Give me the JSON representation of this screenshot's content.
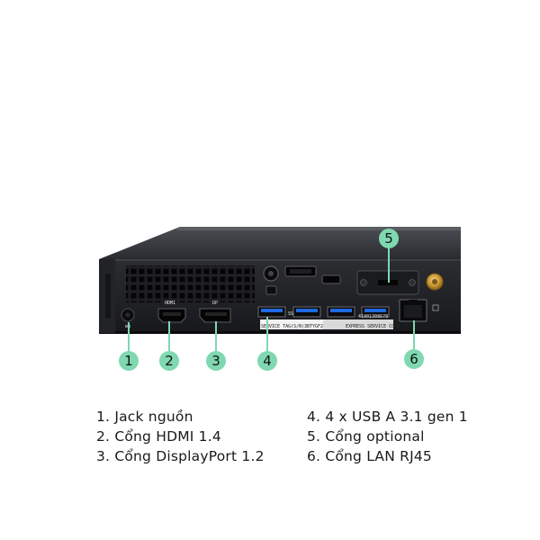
{
  "accent_color": "#7fd8b0",
  "device": {
    "port_labels": {
      "hdmi": "HDMI",
      "dp": "DP",
      "ss_label": "SS"
    },
    "service_tag_label": "SERVICE TAG(S/N):",
    "service_tag_value": "3BTYGF2",
    "express_code_value": "41901308678",
    "express_code_label": "EXPRESS SERVICE CODE"
  },
  "callouts": [
    "1",
    "2",
    "3",
    "4",
    "5",
    "6"
  ],
  "legend": {
    "left": [
      "1. Jack nguồn",
      "2. Cổng HDMI 1.4",
      "3. Cổng DisplayPort 1.2"
    ],
    "right": [
      "4. 4 x USB A 3.1 gen 1",
      "5. Cổng optional",
      "6. Cổng LAN RJ45"
    ]
  }
}
